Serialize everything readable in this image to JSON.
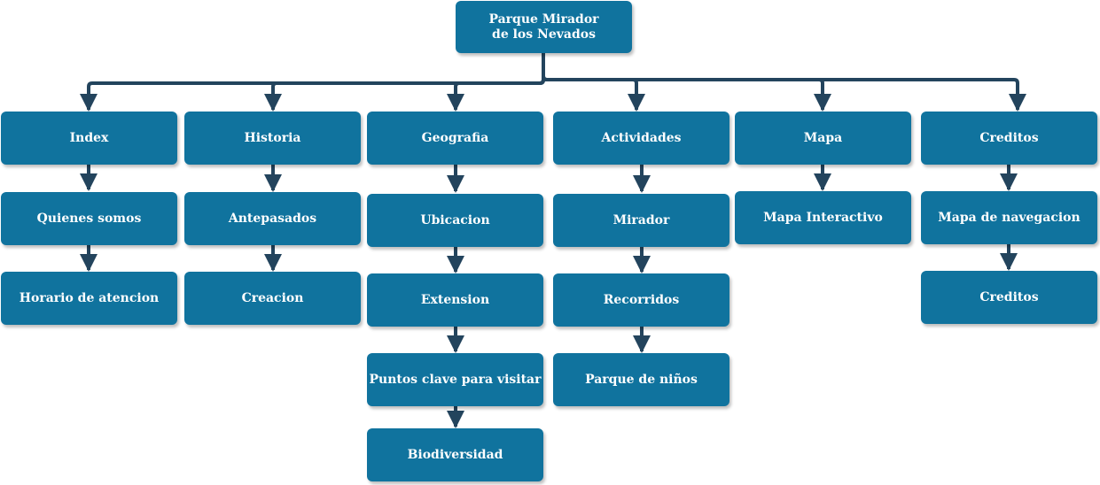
{
  "root": {
    "line1": "Parque Mirador",
    "line2": "de los Nevados"
  },
  "columns": [
    {
      "header": "Index",
      "children": [
        "Quienes somos",
        "Horario de atencion"
      ]
    },
    {
      "header": "Historia",
      "children": [
        "Antepasados",
        "Creacion"
      ]
    },
    {
      "header": "Geografia",
      "children": [
        "Ubicacion",
        "Extension",
        "Puntos clave para visitar",
        "Biodiversidad"
      ]
    },
    {
      "header": "Actividades",
      "children": [
        "Mirador",
        "Recorridos",
        "Parque de niños"
      ]
    },
    {
      "header": "Mapa",
      "children": [
        "Mapa Interactivo"
      ]
    },
    {
      "header": "Creditos",
      "children": [
        "Mapa de navegacion",
        "Creditos"
      ]
    }
  ],
  "colors": {
    "node_fill": "#10739e",
    "connector": "#23445d",
    "text": "#ffffff"
  }
}
